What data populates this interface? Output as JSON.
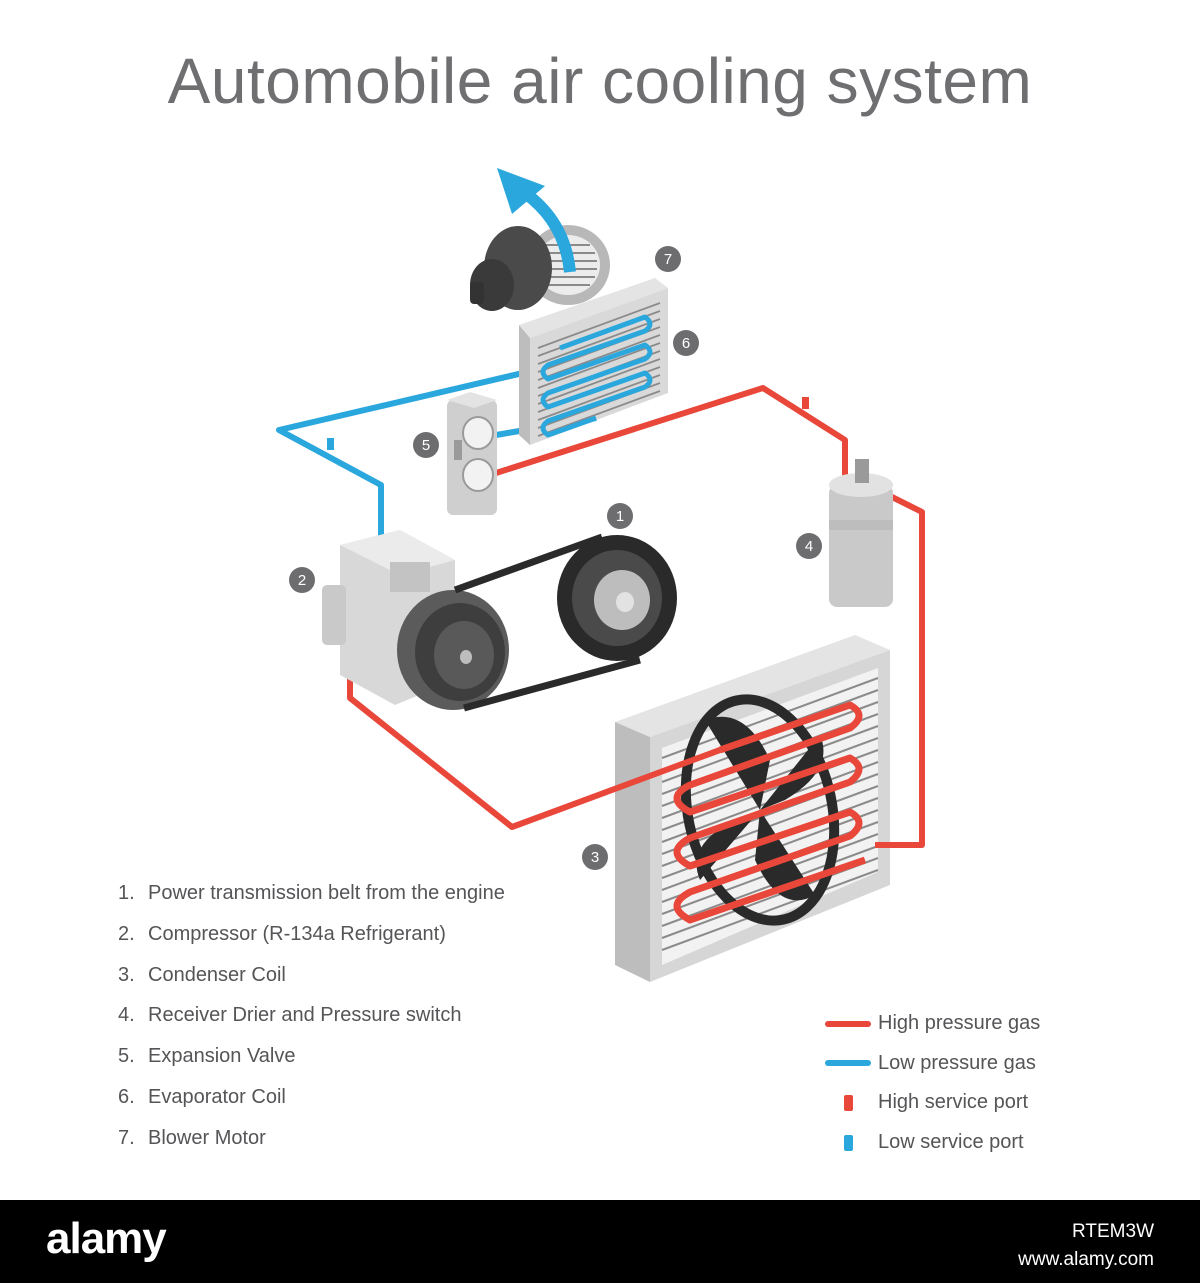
{
  "title": "Automobile air cooling system",
  "parts": [
    {
      "num": "1.",
      "label": "Power transmission belt from the engine"
    },
    {
      "num": "2.",
      "label": "Compressor (R-134a Refrigerant)"
    },
    {
      "num": "3.",
      "label": "Condenser Coil"
    },
    {
      "num": "4.",
      "label": "Receiver Drier and Pressure switch"
    },
    {
      "num": "5.",
      "label": "Expansion Valve"
    },
    {
      "num": "6.",
      "label": "Evaporator Coil"
    },
    {
      "num": "7.",
      "label": "Blower Motor"
    }
  ],
  "markers": {
    "m1": "1",
    "m2": "2",
    "m3": "3",
    "m4": "4",
    "m5": "5",
    "m6": "6",
    "m7": "7"
  },
  "legend": [
    {
      "label": "High pressure gas",
      "kind": "line",
      "color": "#e8473a"
    },
    {
      "label": "Low pressure gas",
      "kind": "line",
      "color": "#2aa7dc"
    },
    {
      "label": "High service port",
      "kind": "port",
      "color": "#e8473a"
    },
    {
      "label": "Low service port",
      "kind": "port",
      "color": "#2aa7dc"
    }
  ],
  "colors": {
    "high": "#e8473a",
    "low": "#2aa7dc",
    "marker": "#6d6d70",
    "text": "#555558"
  },
  "footer": {
    "brand": "alamy",
    "image_id": "RTEM3W",
    "url": "www.alamy.com"
  }
}
